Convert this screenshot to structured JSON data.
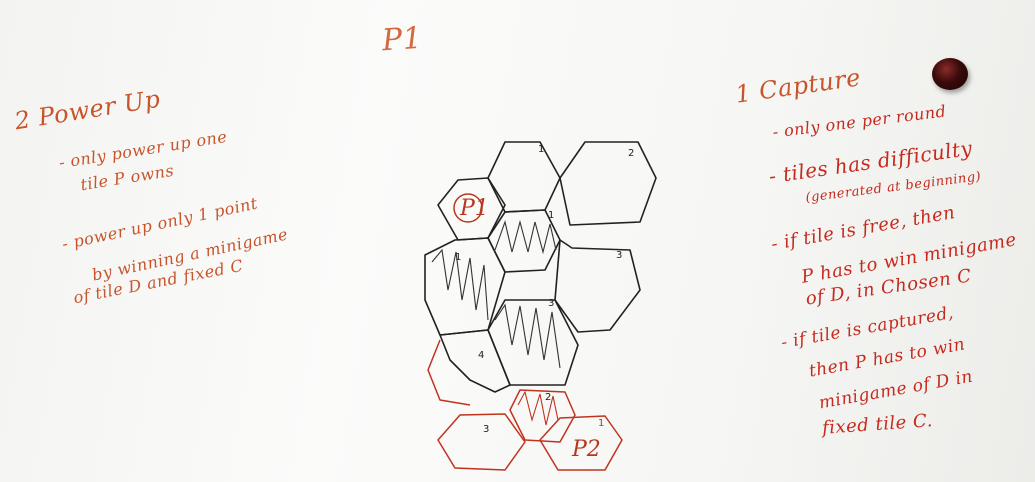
{
  "board": {
    "title": "P1",
    "left_section": {
      "title": "2 Power Up",
      "lines": [
        "- only power up one",
        "tile P owns",
        "- power up only 1 point",
        "by winning a minigame",
        "of tile D and fixed C"
      ]
    },
    "right_section": {
      "title": "1 Capture",
      "lines": [
        "- only one per round",
        "- tiles has difficulty",
        "(generated at beginning)",
        "- if tile is free, then",
        "P has to win minigame",
        "of D, in Chosen C",
        "- if tile is captured,",
        "then P has to win",
        "minigame of D in",
        "fixed tile C."
      ]
    },
    "diagram": {
      "player1_label": "P1",
      "player2_label": "P2",
      "tile_numbers": [
        "1",
        "2",
        "1",
        "3",
        "1",
        "3",
        "4",
        "2",
        "3",
        "1"
      ]
    },
    "ink_colors": {
      "orange": "#c9542b",
      "red": "#c62a1e",
      "black": "#222222"
    }
  }
}
